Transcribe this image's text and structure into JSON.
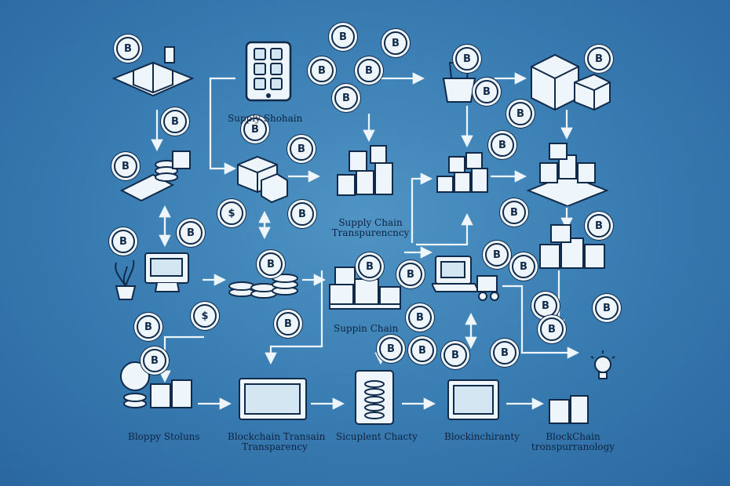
{
  "labels": {
    "supply_shochain": "Supply Shohain",
    "supply_chain_transparency_center": [
      "Supply Chain",
      "Transpurencncy"
    ],
    "suppin_chain": "Suppin Chain",
    "bloppy_stoluns": "Bloppy Stoluns",
    "blockchain_transain": [
      "Blockchain Transain",
      "Transparency"
    ],
    "sicuplent_chacty": "Sicuplent Chacty",
    "blockinchiranty": "Blockinchiranty",
    "blockchain_tronspurranology": [
      "BlockChain",
      "tronspurranology"
    ]
  },
  "icons": {
    "coin_symbol": "B",
    "dollar_symbol": "$",
    "lightbulb_symbol": "💡",
    "plant_symbol": "🪴"
  },
  "colors": {
    "background": "#3b7fb4",
    "line": "#eef5fb",
    "ink": "#0f2a4a"
  }
}
